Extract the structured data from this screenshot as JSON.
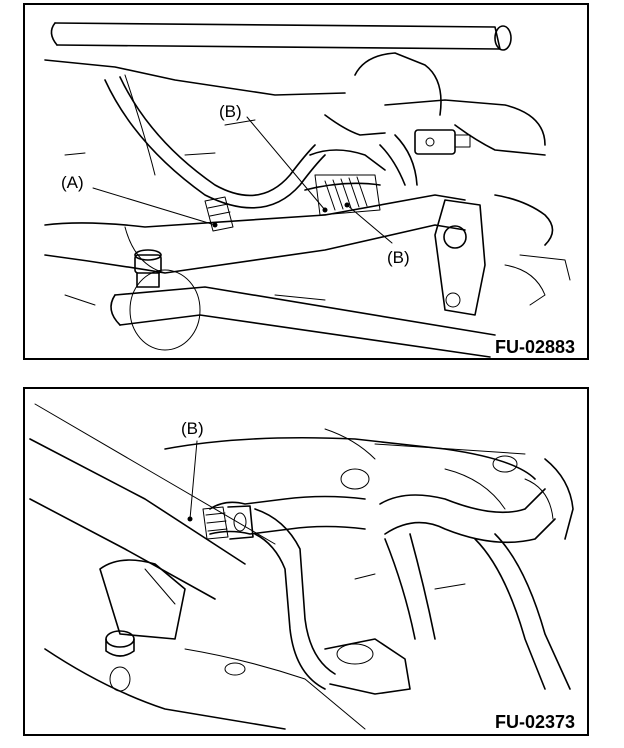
{
  "figures": [
    {
      "code": "FU-02883",
      "callouts": [
        "(A)",
        "(B)",
        "(B)"
      ]
    },
    {
      "code": "FU-02373",
      "callouts": [
        "(B)"
      ]
    }
  ]
}
